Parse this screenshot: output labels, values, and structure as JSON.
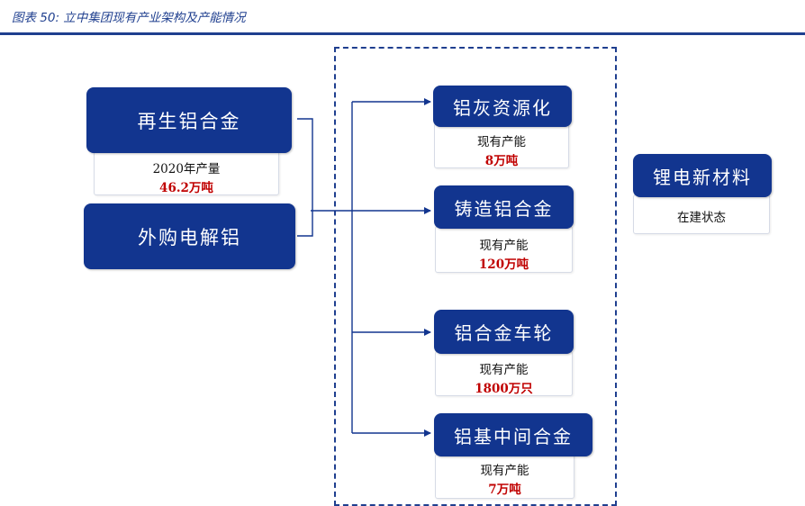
{
  "figure_title": "图表 50: 立中集团现有产业架构及产能情况",
  "sources": [
    {
      "name": "再生铝合金",
      "label": "2020年产量",
      "value": "46.2万吨"
    },
    {
      "name": "外购电解铝"
    }
  ],
  "products": [
    {
      "name": "铝灰资源化",
      "label": "现有产能",
      "value": "8万吨"
    },
    {
      "name": "铸造铝合金",
      "label": "现有产能",
      "value": "120万吨"
    },
    {
      "name": "铝合金车轮",
      "label": "现有产能",
      "value": "1800万只"
    },
    {
      "name": "铝基中间合金",
      "label": "现有产能",
      "value": "7万吨"
    }
  ],
  "extra": {
    "name": "锂电新材料",
    "label": "在建状态"
  },
  "colors": {
    "node": "#12358f",
    "accent_text": "#c00000",
    "rule": "#1f3f8f"
  }
}
